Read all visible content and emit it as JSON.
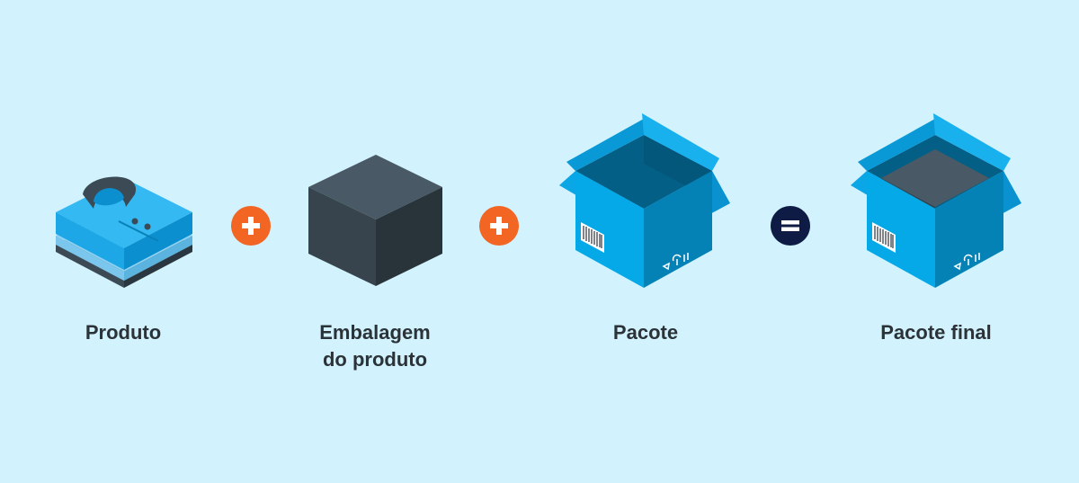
{
  "colors": {
    "background": "#d2f3fd",
    "box_blue": "#05a9e8",
    "box_blue_dark": "#0482b6",
    "product_box": "#36434c",
    "plus_operator": "#f26522",
    "equals_operator": "#0d1b45",
    "label_text": "#2b3238"
  },
  "steps": [
    {
      "icon": "folded-shirts-icon",
      "label_lines": [
        "Produto"
      ]
    },
    {
      "icon": "product-box-icon",
      "label_lines": [
        "Embalagem",
        "do produto"
      ]
    },
    {
      "icon": "open-shipping-box-icon",
      "label_lines": [
        "Pacote"
      ]
    },
    {
      "icon": "packed-shipping-box-icon",
      "label_lines": [
        "Pacote final"
      ]
    }
  ],
  "operators": [
    {
      "symbol": "plus"
    },
    {
      "symbol": "plus"
    },
    {
      "symbol": "equals"
    }
  ]
}
